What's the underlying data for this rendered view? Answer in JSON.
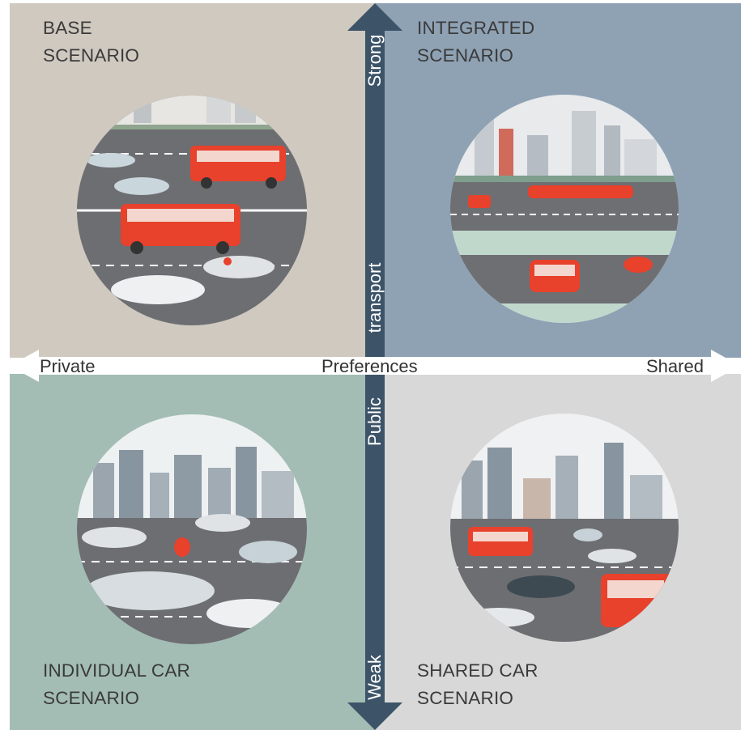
{
  "quadrants": {
    "top_left": {
      "title_line1": "BASE",
      "title_line2": "SCENARIO"
    },
    "top_right": {
      "title_line1": "INTEGRATED",
      "title_line2": "SCENARIO"
    },
    "bottom_left": {
      "title_line1": "INDIVIDUAL CAR",
      "title_line2": "SCENARIO"
    },
    "bottom_right": {
      "title_line1": "SHARED CAR",
      "title_line2": "SCENARIO"
    }
  },
  "vertical_axis": {
    "top_label": "Strong",
    "upper_label": "transport",
    "lower_label": "Public",
    "bottom_label": "Weak"
  },
  "horizontal_axis": {
    "left_label": "Private",
    "center_label": "Preferences",
    "right_label": "Shared"
  },
  "illustrations": {
    "top_left": "traffic-with-buses-icon",
    "top_right": "integrated-city-transit-icon",
    "bottom_left": "autonomous-private-cars-icon",
    "bottom_right": "shared-autonomous-cars-icon"
  },
  "colors": {
    "base_bg": "#d0c9c0",
    "integrated_bg": "#8fa2b4",
    "individual_bg": "#a3bdb4",
    "shared_bg": "#d8d8d8",
    "vertical_arrow": "#3d5468",
    "horizontal_arrow": "#ffffff",
    "bus_red": "#e8412c"
  }
}
